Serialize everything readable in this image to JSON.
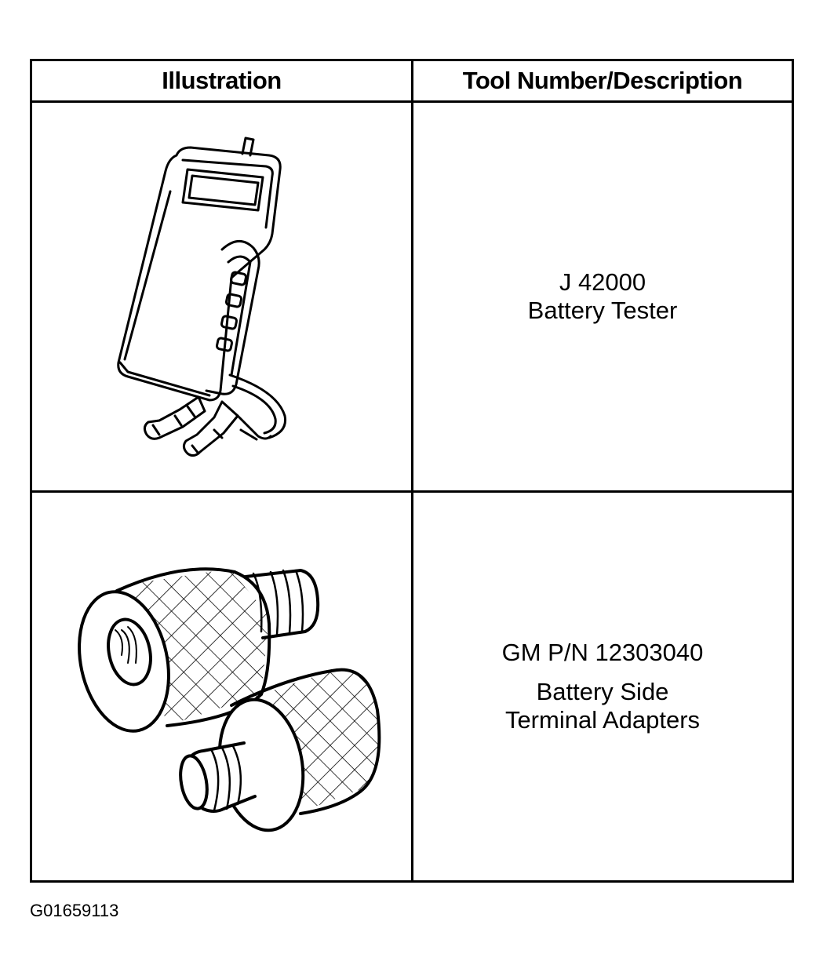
{
  "table": {
    "headers": [
      "Illustration",
      "Tool Number/Description"
    ],
    "rows": [
      {
        "tool_number": "J 42000",
        "description_lines": [
          "Battery Tester"
        ],
        "illustration_icon": "battery-tester-icon"
      },
      {
        "tool_number": "GM P/N 12303040",
        "description_lines": [
          "Battery Side",
          "Terminal Adapters"
        ],
        "illustration_icon": "terminal-adapters-icon"
      }
    ]
  },
  "document_id": "G01659113"
}
